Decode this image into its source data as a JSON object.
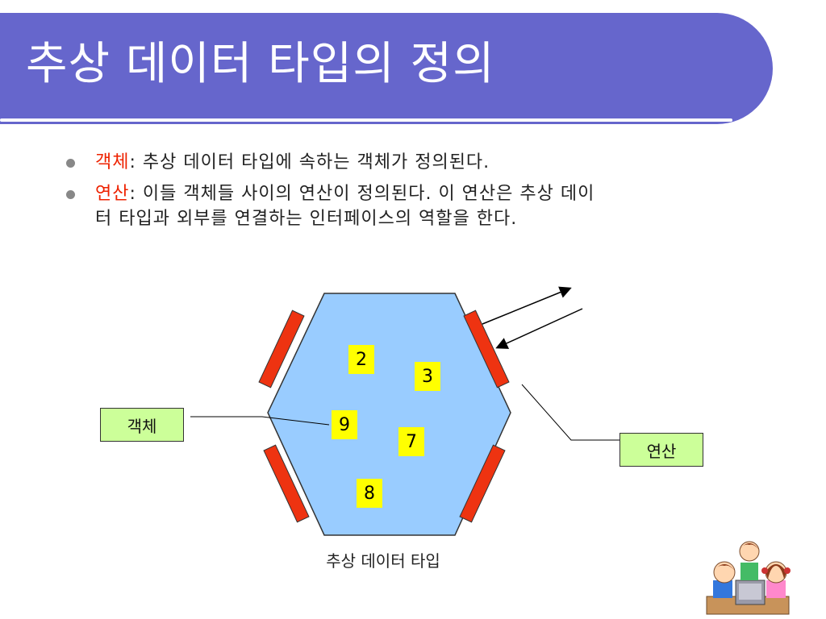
{
  "title": "추상 데이터 타입의 정의",
  "bullets": [
    {
      "term": "객체",
      "rest": ": 추상 데이터 타입에 속하는 객체가 정의된다.",
      "rest2": ""
    },
    {
      "term": "연산",
      "rest": ": 이들 객체들 사이의 연산이 정의된다. 이 연산은 추상 데이",
      "rest2": "터 타입과 외부를 연결하는 인터페이스의 역할을 한다."
    }
  ],
  "diagram": {
    "object_label": "객체",
    "operation_label": "연산",
    "caption": "추상 데이터 타입",
    "numbers": [
      "2",
      "3",
      "9",
      "7",
      "8"
    ]
  },
  "colors": {
    "title_bar": "#6666cc",
    "accent_text": "#ee2200",
    "hexagon_fill": "#99ccff",
    "operation_bar": "#ee3311",
    "label_box": "#ccff99",
    "number_box": "#ffff00"
  },
  "icons": [
    "children-at-computer-clipart"
  ]
}
